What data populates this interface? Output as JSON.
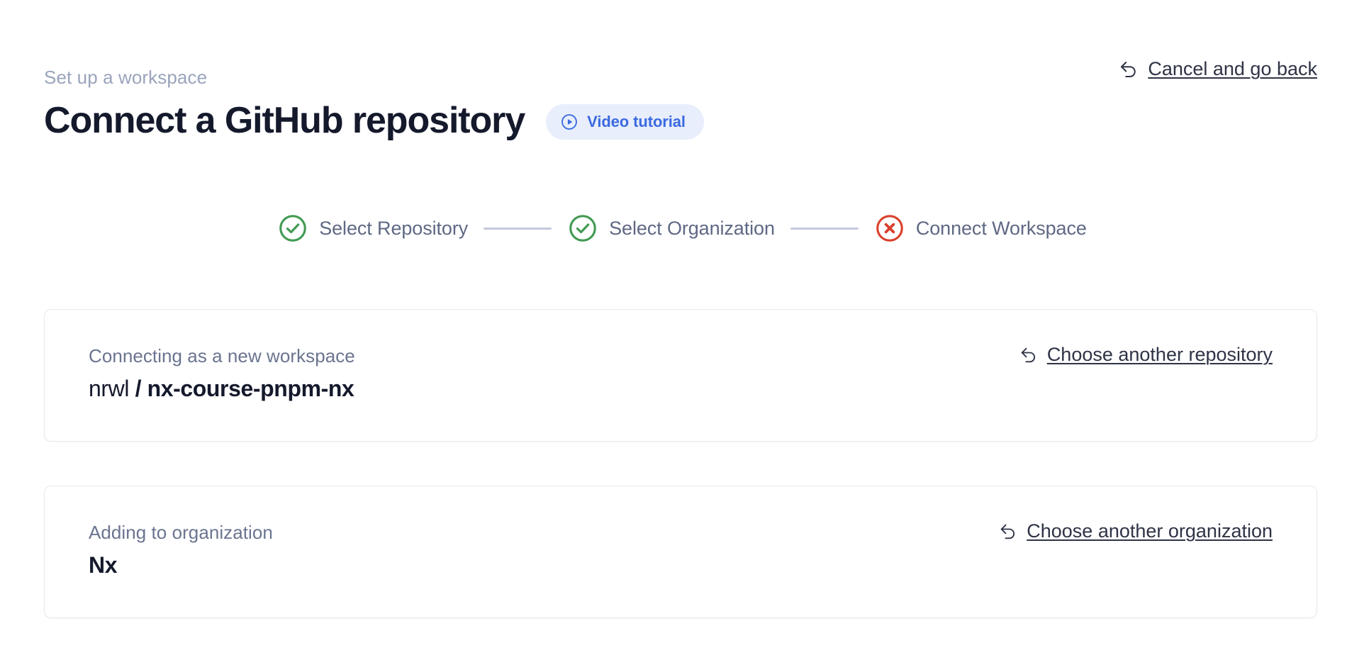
{
  "header": {
    "eyebrow": "Set up a workspace",
    "title": "Connect a GitHub repository",
    "video_badge": {
      "label": "Video tutorial",
      "icon": "play-circle-icon",
      "bg_color": "#e8eefc",
      "text_color": "#3b6ae1"
    },
    "cancel_link": {
      "label": "Cancel and go back",
      "icon": "arrow-uturn-left-icon"
    }
  },
  "stepper": {
    "connector_color": "#c3c9dc",
    "steps": [
      {
        "label": "Select Repository",
        "state": "complete",
        "icon": "check-circle-icon",
        "color": "#419a52"
      },
      {
        "label": "Select Organization",
        "state": "complete",
        "icon": "check-circle-icon",
        "color": "#419a52"
      },
      {
        "label": "Connect Workspace",
        "state": "error",
        "icon": "x-circle-icon",
        "color": "#d9402c"
      }
    ]
  },
  "cards": [
    {
      "caption": "Connecting as a new workspace",
      "value_owner": "nrwl",
      "value_separator": " / ",
      "value_repo": "nx-course-pnpm-nx",
      "action_label": "Choose another repository",
      "action_icon": "arrow-uturn-left-icon"
    },
    {
      "caption": "Adding to organization",
      "value": "Nx",
      "action_label": "Choose another organization",
      "action_icon": "arrow-uturn-left-icon"
    }
  ]
}
